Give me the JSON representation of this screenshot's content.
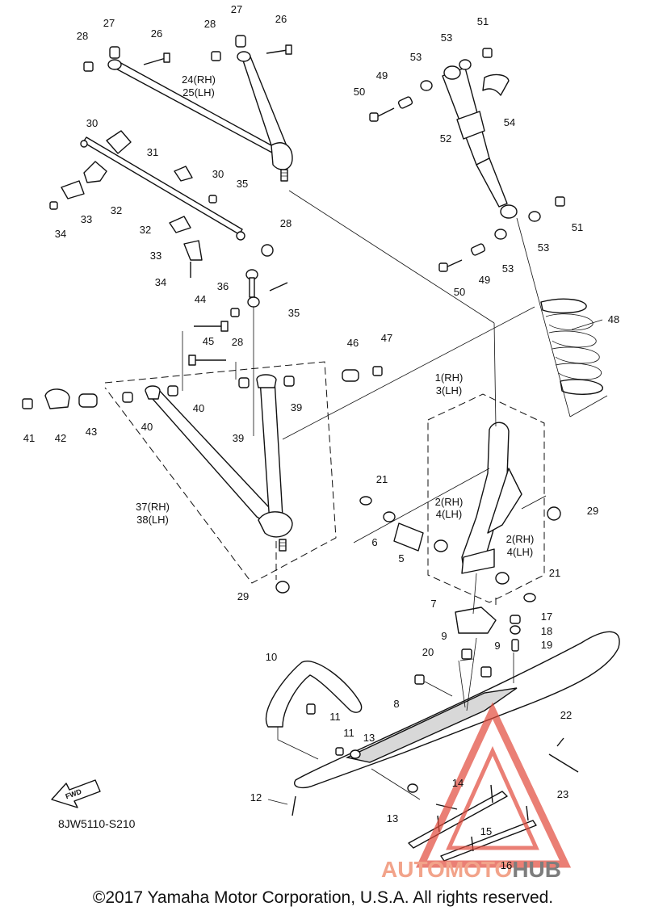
{
  "diagram_code": "8JW5110-S210",
  "direction_label": "FWD",
  "copyright": "©2017 Yamaha Motor Corporation, U.S.A. All rights reserved.",
  "watermark": {
    "part1": "AUTOMOTO",
    "part2": "HUB",
    "color1": "#f2a38a",
    "color2": "#7d7d7d",
    "logo_color": "#e24a3b"
  },
  "callouts": {
    "c1": "1(RH)",
    "c3": "3(LH)",
    "c2a": "2(RH)",
    "c4a": "4(LH)",
    "c2b": "2(RH)",
    "c4b": "4(LH)",
    "c5": "5",
    "c6": "6",
    "c7": "7",
    "c8": "8",
    "c9a": "9",
    "c9b": "9",
    "c10": "10",
    "c11a": "11",
    "c11b": "11",
    "c12": "12",
    "c13a": "13",
    "c13b": "13",
    "c14": "14",
    "c15": "15",
    "c16": "16",
    "c17": "17",
    "c18": "18",
    "c19": "19",
    "c20": "20",
    "c21a": "21",
    "c21b": "21",
    "c22": "22",
    "c23": "23",
    "c24": "24(RH)",
    "c25": "25(LH)",
    "c26a": "26",
    "c26b": "26",
    "c27a": "27",
    "c27b": "27",
    "c28a": "28",
    "c28b": "28",
    "c28c": "28",
    "c28d": "28",
    "c29a": "29",
    "c29b": "29",
    "c30a": "30",
    "c30b": "30",
    "c31": "31",
    "c32a": "32",
    "c32b": "32",
    "c33a": "33",
    "c33b": "33",
    "c34a": "34",
    "c34b": "34",
    "c35a": "35",
    "c35b": "35",
    "c36": "36",
    "c37": "37(RH)",
    "c38": "38(LH)",
    "c39a": "39",
    "c39b": "39",
    "c40a": "40",
    "c40b": "40",
    "c41": "41",
    "c42": "42",
    "c43": "43",
    "c44": "44",
    "c45": "45",
    "c46": "46",
    "c47": "47",
    "c48": "48",
    "c49a": "49",
    "c49b": "49",
    "c50a": "50",
    "c50b": "50",
    "c51a": "51",
    "c51b": "51",
    "c52": "52",
    "c53a": "53",
    "c53b": "53",
    "c53c": "53",
    "c53d": "53",
    "c54": "54"
  }
}
